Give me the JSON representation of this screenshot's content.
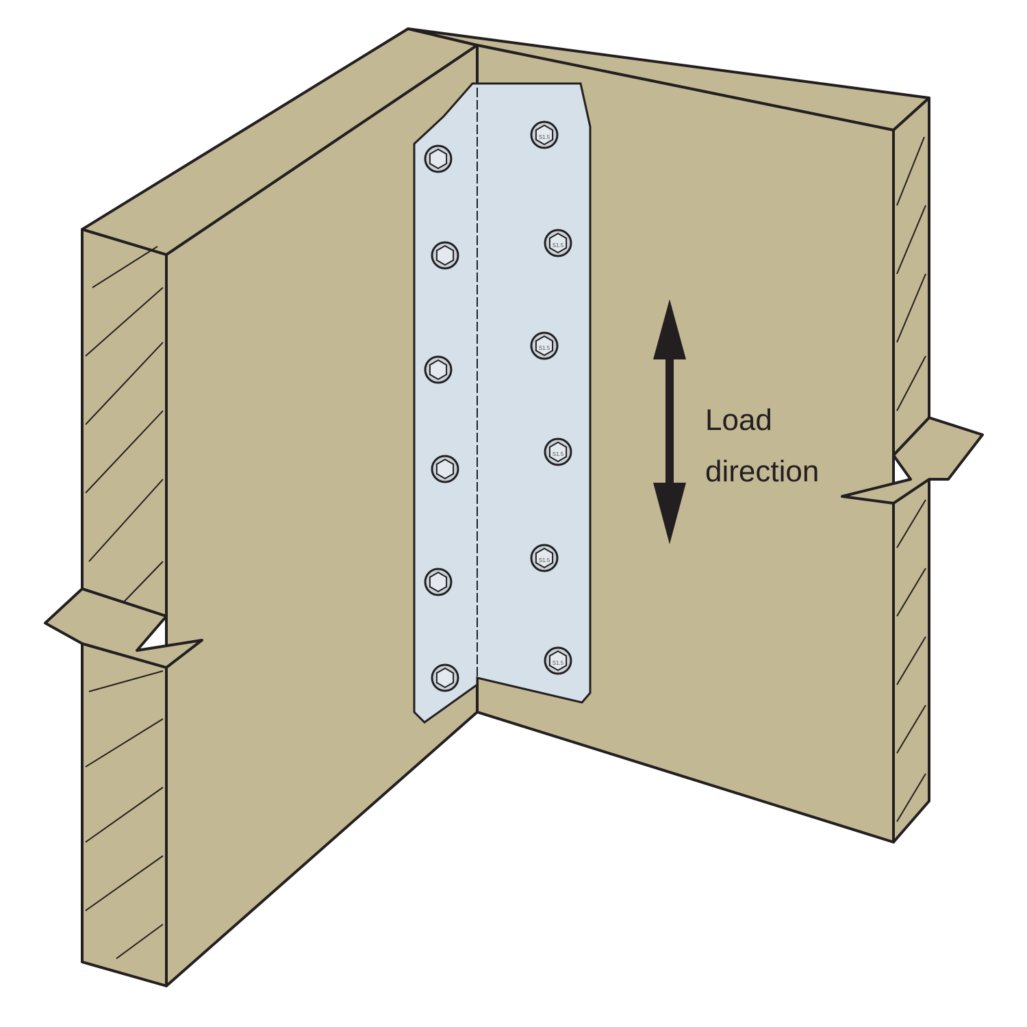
{
  "annotation": {
    "line1": "Load",
    "line2": "direction"
  },
  "fastener_marking": "S1.5",
  "colors": {
    "wood": "#c2b893",
    "plate": "#d6e0e9",
    "outline": "#231f20"
  }
}
